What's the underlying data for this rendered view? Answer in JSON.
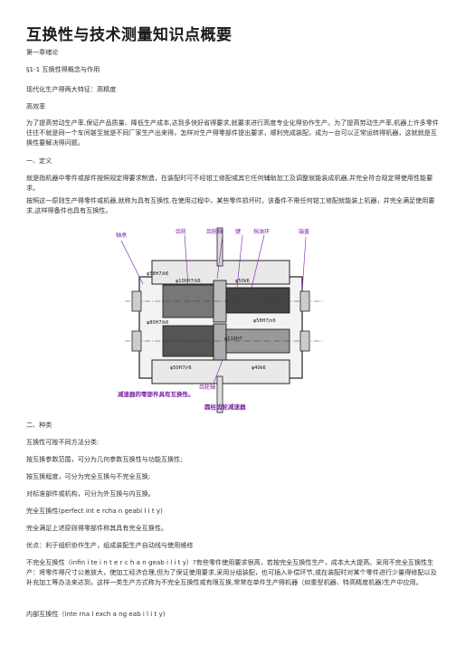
{
  "title": "互换性与技术测量知识点概要",
  "paragraphs": [
    "第一章绪论",
    "§1-1 互换性得概念与作用",
    "现代化生产得两大特征：高精度",
    "高效率",
    "为了提高劳动生产率,保证产品质量、降低生产成本,达到多快好省得要求,就要求进行高度专业化得协作生产。为了提高劳动生产率,机器上许多零件往往不就是同一个车间甚至就是不同厂家生产出来得，怎样对生产得零部件提出要求，顺利完成装配，成为一台可以正常运转得机器，这就就是互换性要解决得问题。",
    "一、定义",
    "就是指机器中零件或部件按照规定得要求制造，在装配时可不经钳工修配或其它任何辅助加工及调整就能装成机器,并完全符合规定得使用性能要求。",
    "按照这一原则生产得零件或机器,就称为具有互换性.在使用过程中，某些零件损坏时，该备件不需任何钳工修配就能装上机器，并完全满足使用要求,这样得备件也具有互换性。",
    "二、种类",
    "互换性可按不同方法分类:",
    "按互换参数范围，可分为几何参数互换性与功能互换性;",
    "按互换程度，可分为完全互换与不完全互换;",
    "对标准部件或机构，可分为外互换与内互换。",
    "完全互换性(perfect int e rcha n geabi l i t y)",
    "完全满足上述原则得零部件称其具有完全互换性。",
    "优点：利于组织协作生产，组成装配生产自动线与使用维修",
    "不完全互换性（infin i te  i n t e r  c h a n geab i l i t y）?有些零件使用要求很高，若按完全互换性生产，成本大大提高。采用不完全互换性生产：将零件得尺寸公差放大，使加工经济合理,但为了保证使用要求,采用分组装配，也可插入补偿环节,或在装配时对某个零件进行少量得修配以及补充加工等办法来达到，这样一类生产方式称为不完全互换性或有限互换,常常在单件生产得机器（如重型机器、特高精度机器)生产中应用。",
    "内部互换性（inte rna  l exch a ng eab i l i t y)"
  ],
  "figure": {
    "labels": {
      "left_bearing": "轴承",
      "gear": "齿轮",
      "gear_shaft": "齿轮轴",
      "key": "键",
      "seal_ring": "挡油环",
      "end_cap": "端盖",
      "bottom_shaft": "齿轮轴",
      "caption_left": "减速器的零部件具有互换性。",
      "caption_bottom": "圆柱齿轮减速器"
    },
    "fits": [
      "φ58H7/k6",
      "φ100H7/k6",
      "φ50k6",
      "φ58H7/n6",
      "φ110H7",
      "φ50H7/r6",
      "φ40k6",
      "φ80H7/k6"
    ]
  }
}
